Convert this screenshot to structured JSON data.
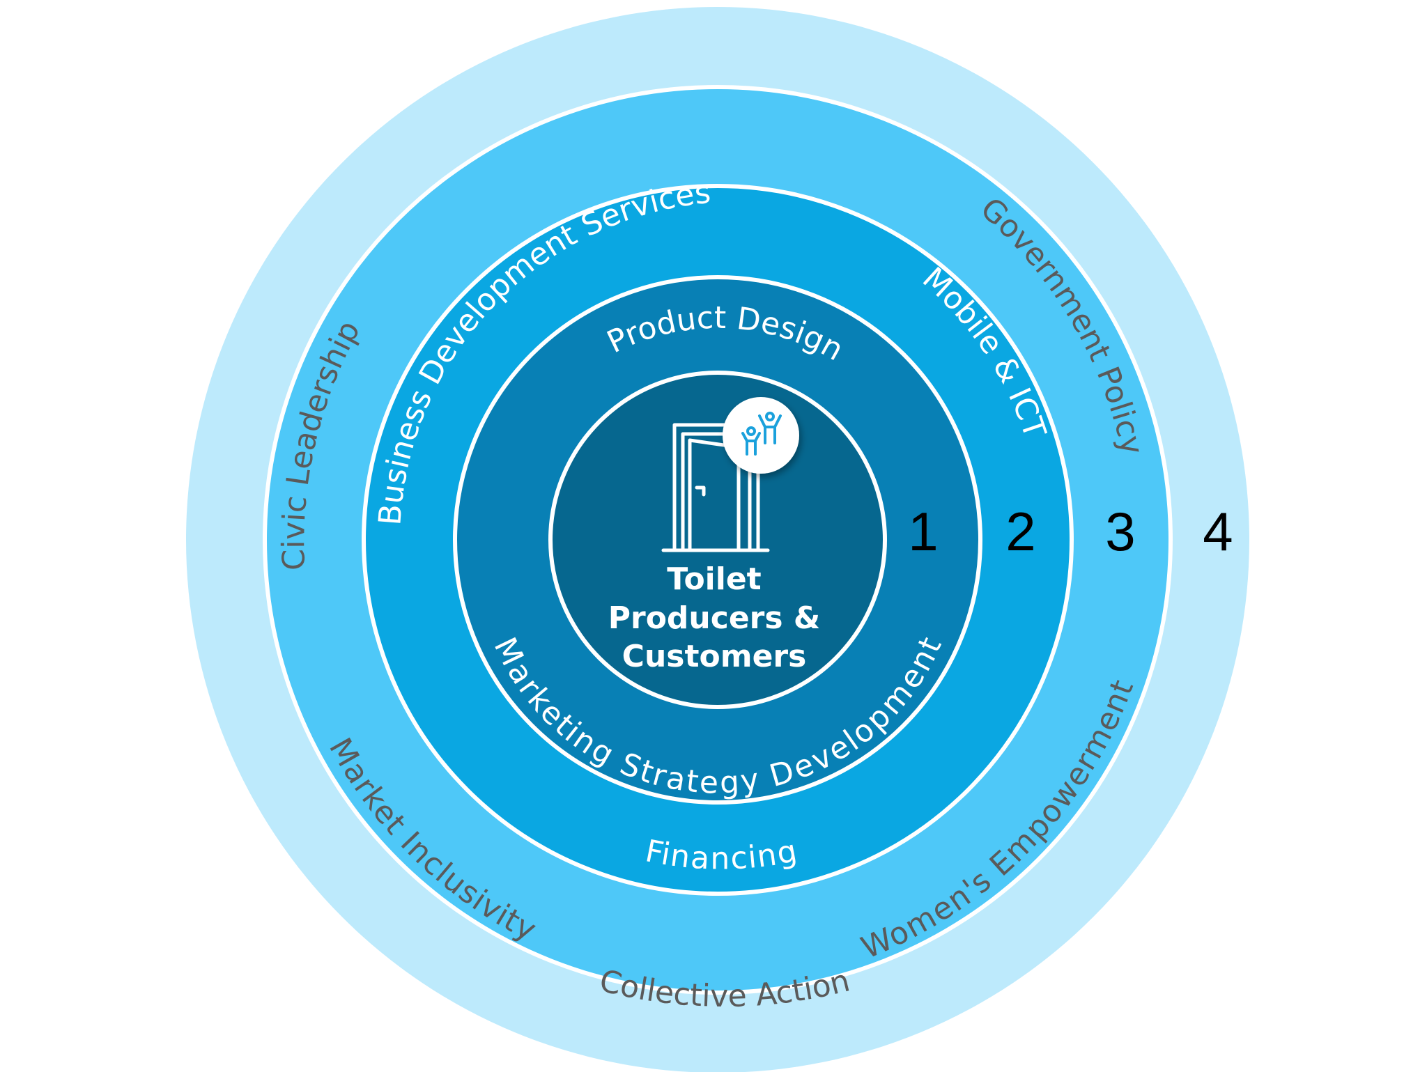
{
  "diagram": {
    "center": {
      "title_lines": [
        "Toilet",
        "Producers &",
        "Customers"
      ],
      "icon": "toilet-door-icon",
      "badge_icon": "people-cheering-icon"
    },
    "rings": [
      {
        "number": "1",
        "labels": [
          "Product Design",
          "Marketing Strategy Development"
        ]
      },
      {
        "number": "2",
        "labels": [
          "Business Development Services",
          "Mobile & ICT",
          "Financing"
        ]
      },
      {
        "number": "3",
        "labels": [
          "Civic Leadership",
          "Government Policy",
          "Market Inclusivity",
          "Women's Empowerment"
        ]
      },
      {
        "number": "4",
        "labels": [
          "Collective Action"
        ]
      }
    ],
    "colors": {
      "ring4": "#bdeafc",
      "ring3": "#4ec8f8",
      "ring2": "#0aa7e2",
      "ring1": "#0880b5",
      "center": "#06678f",
      "separator": "#ffffff",
      "badge_icon": "#1ba1dc",
      "outer_label": "#5a5a5a",
      "inner_label": "#ffffff",
      "number": "#000000"
    }
  }
}
